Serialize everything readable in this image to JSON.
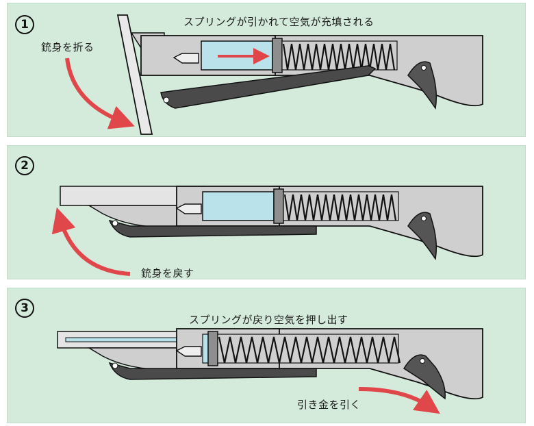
{
  "panels": [
    {
      "step": "1",
      "caption_top": "スプリングが引かれて空気が充填される",
      "caption_side": "銃身を折る"
    },
    {
      "step": "2",
      "caption_side": "銃身を戻す"
    },
    {
      "step": "3",
      "caption_top": "スプリングが戻り空気を押し出す",
      "caption_side": "引き金を引く"
    }
  ],
  "colors": {
    "panel_bg": "#d4eadb",
    "metal": "#cfcfcf",
    "metal_dark": "#9a9a9a",
    "lever": "#4a4a4a",
    "air": "#b9e2ea",
    "arrow": "#e0474a",
    "outline": "#111111"
  }
}
